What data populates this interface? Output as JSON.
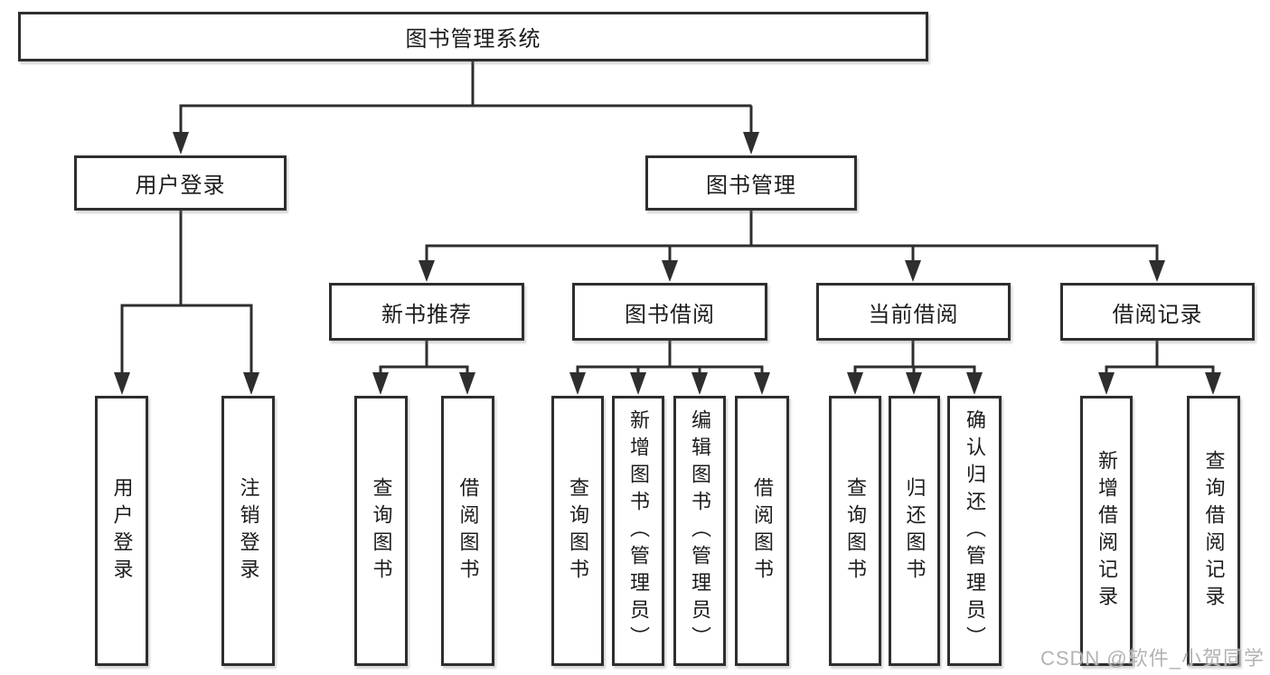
{
  "diagram_type": "hierarchy-tree",
  "tree": {
    "root": {
      "label": "图书管理系统"
    },
    "branches": [
      {
        "label": "用户登录",
        "children": [
          {
            "label": "用户登录"
          },
          {
            "label": "注销登录"
          }
        ]
      },
      {
        "label": "图书管理",
        "sections": [
          {
            "label": "新书推荐",
            "children": [
              {
                "label": "查询图书"
              },
              {
                "label": "借阅图书"
              }
            ]
          },
          {
            "label": "图书借阅",
            "children": [
              {
                "label": "查询图书"
              },
              {
                "label": "新增图书（管理员）"
              },
              {
                "label": "编辑图书（管理员）"
              },
              {
                "label": "借阅图书"
              }
            ]
          },
          {
            "label": "当前借阅",
            "children": [
              {
                "label": "查询图书"
              },
              {
                "label": "归还图书"
              },
              {
                "label": "确认归还（管理员）"
              }
            ]
          },
          {
            "label": "借阅记录",
            "children": [
              {
                "label": "新增借阅记录"
              },
              {
                "label": "查询借阅记录"
              }
            ]
          }
        ]
      }
    ]
  },
  "watermark": {
    "text": "CSDN @软件_小贺同学"
  },
  "colors": {
    "line": "#2e2e2e",
    "box_border": "#2e2e2e",
    "text": "#1c1c1c",
    "watermark": "#b3b3b3",
    "background": "#ffffff"
  }
}
